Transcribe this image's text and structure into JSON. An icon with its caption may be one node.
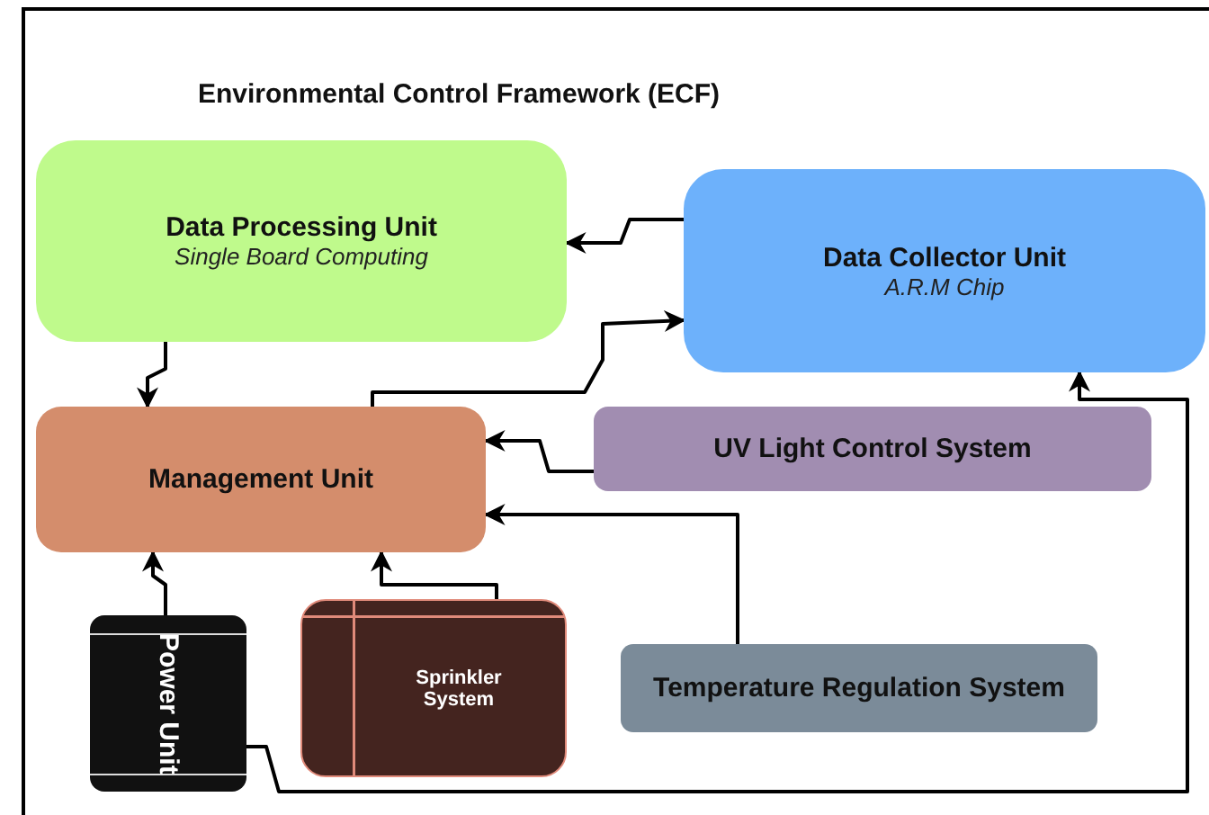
{
  "diagram": {
    "title": "Environmental Control Framework (ECF)",
    "nodes": [
      {
        "text": [
          "Data Processing Unit",
          "Single Board Computing"
        ]
      },
      {
        "text": [
          "Data Collector Unit",
          "A.R.M Chip"
        ]
      },
      {
        "text": [
          "Management Unit"
        ]
      },
      {
        "text": [
          "UV Light Control System"
        ]
      },
      {
        "text": [
          "Power Unit"
        ]
      },
      {
        "text": [
          "Sprinkler System"
        ]
      },
      {
        "text": [
          "Temperature Regulation System"
        ]
      }
    ],
    "edges": [
      {
        "from": 1,
        "to": 0,
        "arrow": "to"
      },
      {
        "from": 0,
        "to": 2,
        "arrow": "to"
      },
      {
        "from": 2,
        "to": 1,
        "arrow": "to"
      },
      {
        "from": 3,
        "to": 2,
        "arrow": "to"
      },
      {
        "from": 6,
        "to": 2,
        "arrow": "to"
      },
      {
        "from": 4,
        "to": 2,
        "arrow": "to"
      },
      {
        "from": 5,
        "to": 2,
        "arrow": "to"
      },
      {
        "from": 4,
        "to": 1,
        "arrow": "to"
      }
    ]
  }
}
